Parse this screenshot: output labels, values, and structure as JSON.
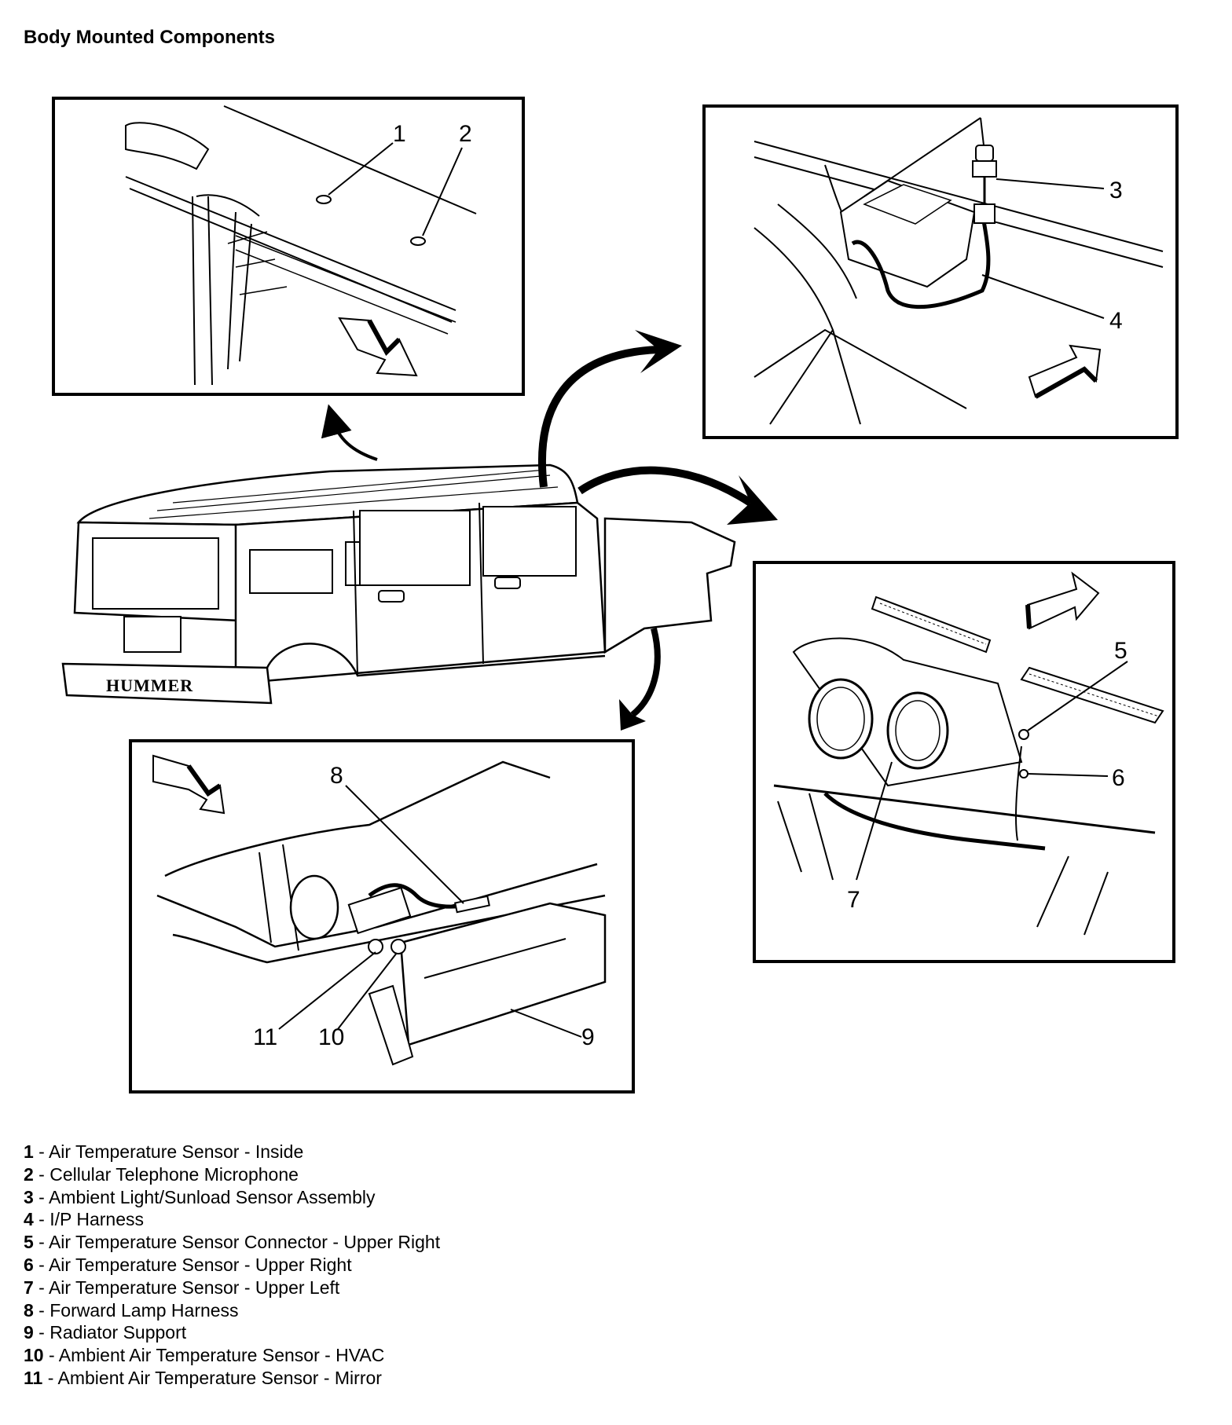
{
  "title": "Body Mounted Components",
  "callouts": [
    "1",
    "2",
    "3",
    "4",
    "5",
    "6",
    "7",
    "8",
    "9",
    "10",
    "11"
  ],
  "legend": [
    {
      "num": "1",
      "text": "Air Temperature Sensor - Inside"
    },
    {
      "num": "2",
      "text": "Cellular Telephone Microphone"
    },
    {
      "num": "3",
      "text": "Ambient Light/Sunload Sensor Assembly"
    },
    {
      "num": "4",
      "text": "I/P Harness"
    },
    {
      "num": "5",
      "text": "Air Temperature Sensor Connector - Upper Right"
    },
    {
      "num": "6",
      "text": "Air Temperature Sensor - Upper Right"
    },
    {
      "num": "7",
      "text": "Air Temperature Sensor - Upper Left"
    },
    {
      "num": "8",
      "text": "Forward Lamp Harness"
    },
    {
      "num": "9",
      "text": "Radiator Support"
    },
    {
      "num": "10",
      "text": "Ambient Air Temperature Sensor - HVAC"
    },
    {
      "num": "11",
      "text": "Ambient Air Temperature Sensor - Mirror"
    }
  ],
  "logo_text": "HUMMER"
}
